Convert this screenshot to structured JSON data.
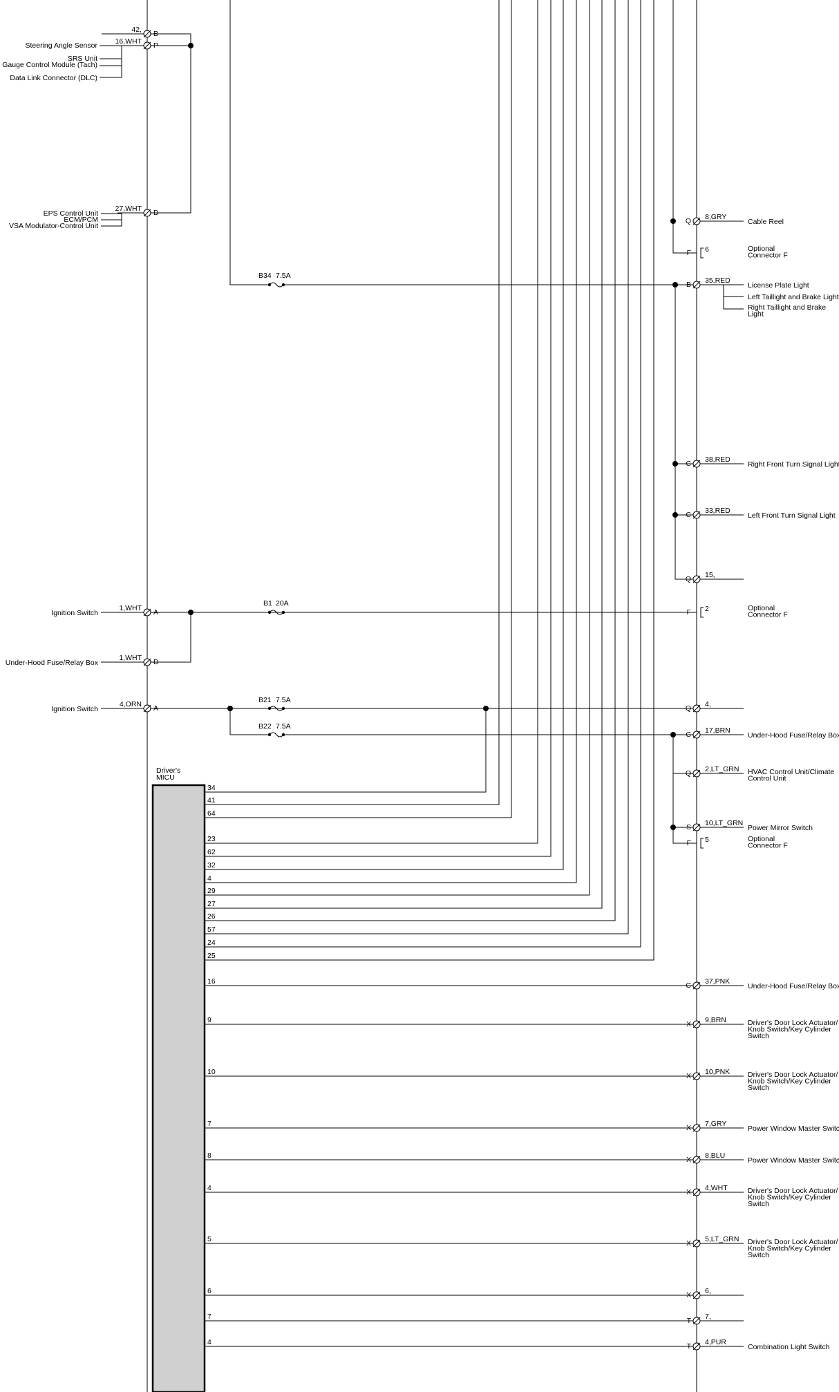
{
  "left_connectors": [
    {
      "id": "lc-42",
      "wire": "42,",
      "pin": "B",
      "labels": []
    },
    {
      "id": "lc-16",
      "wire": "16,WHT",
      "pin": "P",
      "labels": [
        "Steering Angle Sensor",
        "SRS Unit",
        "Gauge Control Module (Tach)",
        "Data Link Connector (DLC)"
      ]
    },
    {
      "id": "lc-27",
      "wire": "27,WHT",
      "pin": "D",
      "labels": [
        "EPS Control Unit",
        "ECM/PCM",
        "VSA Modulator-Control Unit"
      ]
    },
    {
      "id": "lc-ign1",
      "wire": "1,WHT",
      "pin": "A",
      "labels": [
        "Ignition Switch"
      ]
    },
    {
      "id": "lc-uh1",
      "wire": "1,WHT",
      "pin": "D",
      "labels": [
        "Under-Hood Fuse/Relay Box"
      ]
    },
    {
      "id": "lc-ign4",
      "wire": "4,ORN",
      "pin": "A",
      "labels": [
        "Ignition Switch"
      ]
    }
  ],
  "fuses": [
    {
      "id": "B34",
      "rating": "7.5A"
    },
    {
      "id": "B1",
      "rating": "20A"
    },
    {
      "id": "B21",
      "rating": "7.5A"
    },
    {
      "id": "B22",
      "rating": "7.5A"
    }
  ],
  "micu": {
    "title": "Driver's\nMICU",
    "pins": [
      "34",
      "41",
      "64",
      "23",
      "62",
      "32",
      "4",
      "29",
      "27",
      "26",
      "57",
      "24",
      "25",
      "16",
      "9",
      "10",
      "7",
      "8",
      "4",
      "5",
      "6",
      "7",
      "4"
    ]
  },
  "right_connectors": [
    {
      "pin": "Q",
      "wire": "8,GRY",
      "labels": [
        "Cable Reel"
      ]
    },
    {
      "pin": "F",
      "wire": "6",
      "labels": [
        "Optional",
        "Connector F"
      ]
    },
    {
      "pin": "B",
      "wire": "35,RED",
      "labels": [
        "License Plate Light"
      ]
    },
    {
      "pin": "",
      "wire": "",
      "labels": [
        "Left Taillight and Brake Light"
      ]
    },
    {
      "pin": "",
      "wire": "",
      "labels": [
        "Right Taillight and Brake",
        "Light"
      ]
    },
    {
      "pin": "C",
      "wire": "38,RED",
      "labels": [
        "Right Front Turn Signal Light"
      ]
    },
    {
      "pin": "C",
      "wire": "33,RED",
      "labels": [
        "Left Front Turn Signal Light"
      ]
    },
    {
      "pin": "Q",
      "wire": "15,",
      "labels": []
    },
    {
      "pin": "F",
      "wire": "2",
      "labels": [
        "Optional",
        "Connector F"
      ]
    },
    {
      "pin": "Q",
      "wire": "4,",
      "labels": []
    },
    {
      "pin": "C",
      "wire": "17,BRN",
      "labels": [
        "Under-Hood Fuse/Relay Box"
      ]
    },
    {
      "pin": "Q",
      "wire": "2,LT_GRN",
      "labels": [
        "HVAC Control Unit/Climate",
        "Control Unit"
      ]
    },
    {
      "pin": "S",
      "wire": "10,LT_GRN",
      "labels": [
        "Power Mirror Switch"
      ]
    },
    {
      "pin": "F",
      "wire": "5",
      "labels": [
        "Optional",
        "Connector F"
      ]
    },
    {
      "pin": "C",
      "wire": "37,PNK",
      "labels": [
        "Under-Hood Fuse/Relay Box"
      ]
    },
    {
      "pin": "X",
      "wire": "9,BRN",
      "labels": [
        "Driver's Door Lock Actuator/",
        "Knob Switch/Key Cylinder",
        "Switch"
      ]
    },
    {
      "pin": "X",
      "wire": "10,PNK",
      "labels": [
        "Driver's Door Lock Actuator/",
        "Knob Switch/Key Cylinder",
        "Switch"
      ]
    },
    {
      "pin": "X",
      "wire": "7,GRY",
      "labels": [
        "Power Window Master Switch"
      ]
    },
    {
      "pin": "X",
      "wire": "8,BLU",
      "labels": [
        "Power Window Master Switch"
      ]
    },
    {
      "pin": "X",
      "wire": "4,WHT",
      "labels": [
        "Driver's Door Lock Actuator/",
        "Knob Switch/Key Cylinder",
        "Switch"
      ]
    },
    {
      "pin": "X",
      "wire": "5,LT_GRN",
      "labels": [
        "Driver's Door Lock Actuator/",
        "Knob Switch/Key Cylinder",
        "Switch"
      ]
    },
    {
      "pin": "X",
      "wire": "6,",
      "labels": []
    },
    {
      "pin": "T",
      "wire": "7,",
      "labels": []
    },
    {
      "pin": "T",
      "wire": "4,PUR",
      "labels": [
        "Combination Light Switch"
      ]
    }
  ]
}
